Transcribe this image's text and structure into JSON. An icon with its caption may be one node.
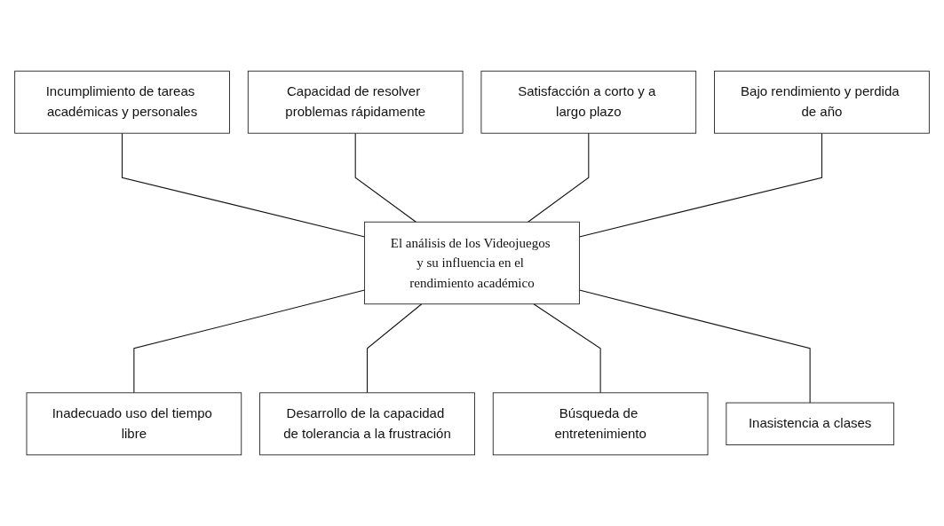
{
  "diagram": {
    "nodes": [
      {
        "text": [
          "Incumplimiento de tareas académicas y personales"
        ]
      },
      {
        "text": [
          "Capacidad de resolver problemas rápidamente"
        ]
      },
      {
        "text": [
          "Satisfacción a corto y a largo plazo"
        ]
      },
      {
        "text": [
          "Bajo rendimiento y perdida de año"
        ]
      },
      {
        "text": [
          "El análisis de los Videojuegos y su influencia en el rendimiento académico"
        ]
      },
      {
        "text": [
          "Inadecuado uso del tiempo libre"
        ]
      },
      {
        "text": [
          "Desarrollo de la capacidad de tolerancia a la frustración"
        ]
      },
      {
        "text": [
          "Búsqueda de entretenimiento"
        ]
      },
      {
        "text": [
          "Inasistencia a clases"
        ]
      }
    ],
    "edges": [
      {
        "from": 0,
        "to": 4,
        "arrow": "none"
      },
      {
        "from": 1,
        "to": 4,
        "arrow": "none"
      },
      {
        "from": 2,
        "to": 4,
        "arrow": "none"
      },
      {
        "from": 3,
        "to": 4,
        "arrow": "none"
      },
      {
        "from": 4,
        "to": 5,
        "arrow": "none"
      },
      {
        "from": 4,
        "to": 6,
        "arrow": "none"
      },
      {
        "from": 4,
        "to": 7,
        "arrow": "none"
      },
      {
        "from": 4,
        "to": 8,
        "arrow": "none"
      }
    ]
  }
}
